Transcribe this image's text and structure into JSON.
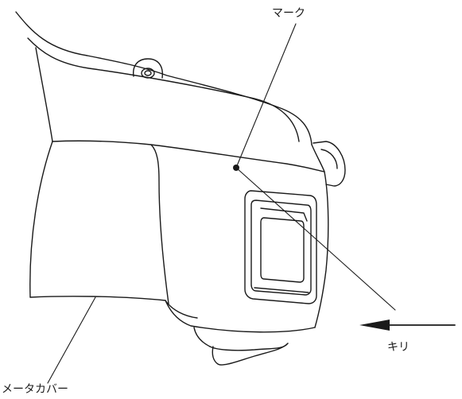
{
  "labels": {
    "mark": "マーク",
    "kiri": "キリ",
    "meter_cover": "メータカバー"
  },
  "colors": {
    "line": "#1a1a1a",
    "background": "#ffffff"
  }
}
